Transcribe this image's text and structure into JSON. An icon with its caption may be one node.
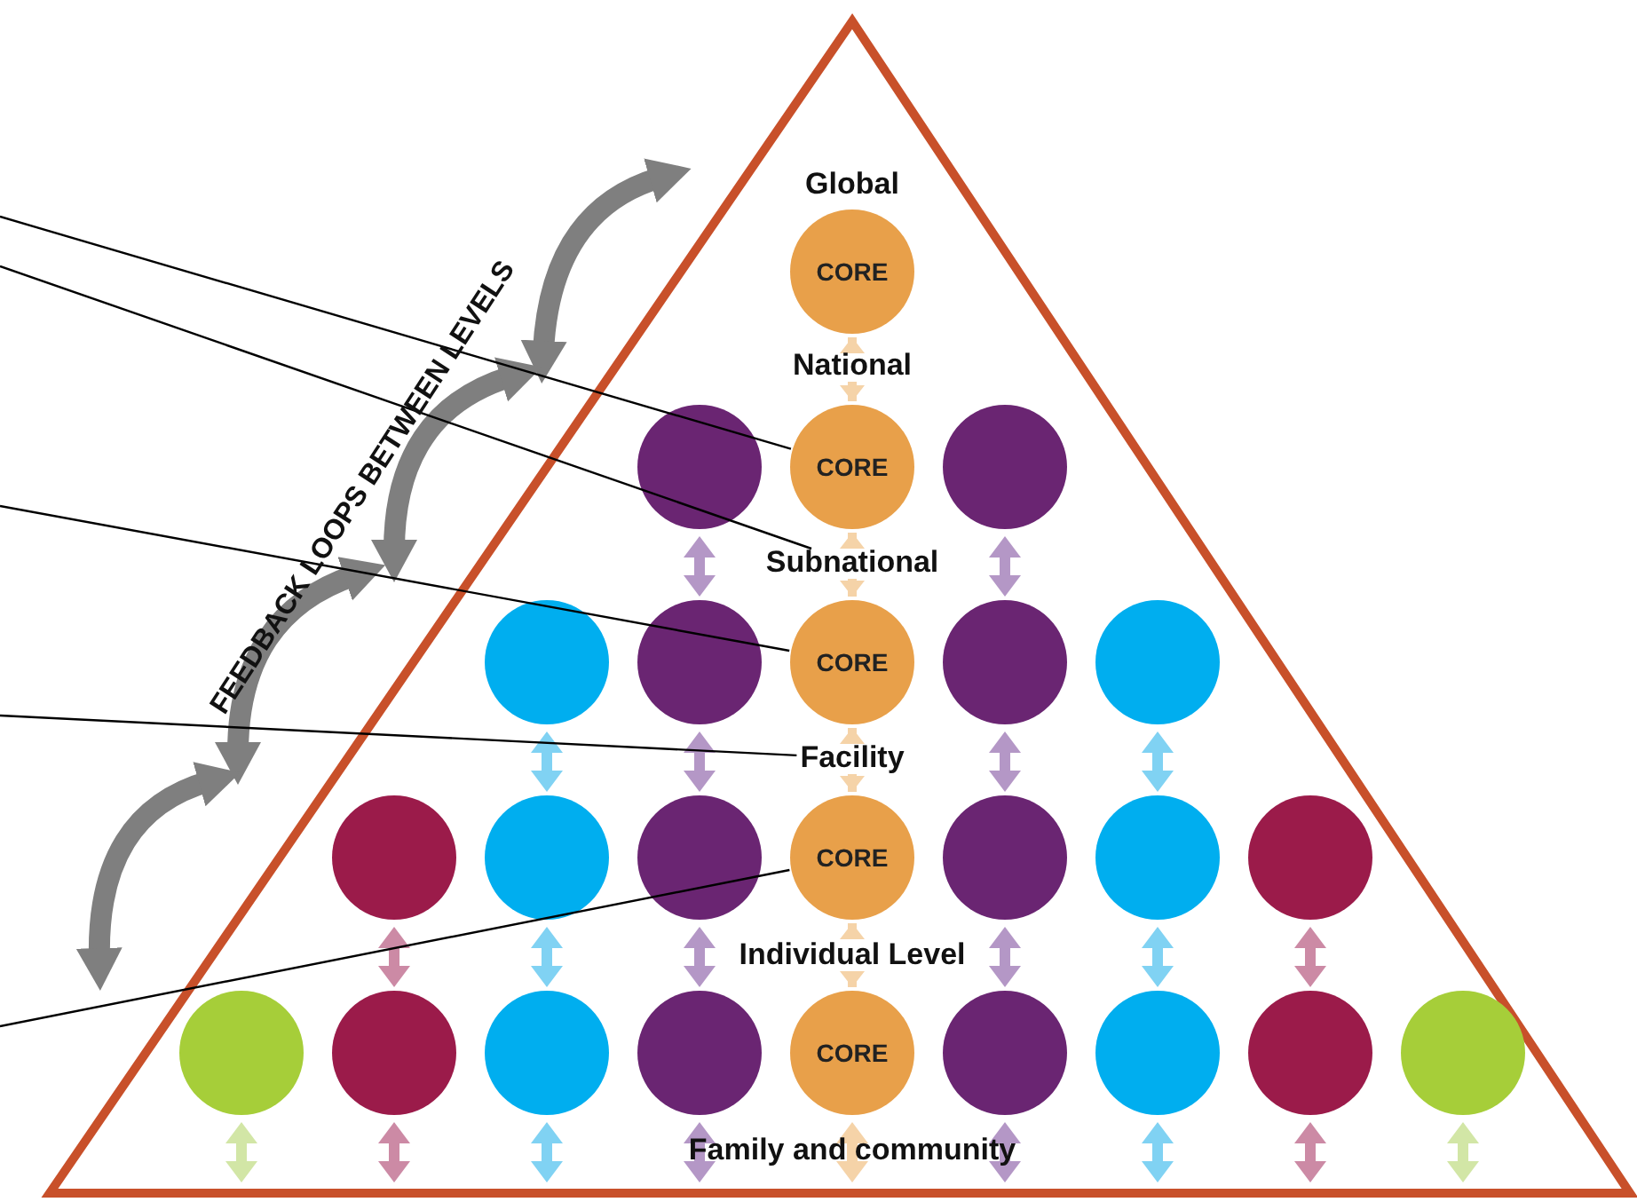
{
  "diagram": {
    "nodes": [
      {
        "text": [
          "Global"
        ]
      },
      {
        "text": [
          "CORE"
        ]
      },
      {
        "text": [
          "National"
        ]
      },
      {
        "text": [],
        "shape": "circle"
      },
      {
        "text": [
          "CORE"
        ]
      },
      {
        "text": [],
        "shape": "circle"
      },
      {
        "text": [
          "Subnational"
        ]
      },
      {
        "text": [],
        "shape": "circle"
      },
      {
        "text": [],
        "shape": "circle"
      },
      {
        "text": [
          "CORE"
        ]
      },
      {
        "text": [],
        "shape": "circle"
      },
      {
        "text": [],
        "shape": "circle"
      },
      {
        "text": [
          "Facility"
        ]
      },
      {
        "text": [],
        "shape": "circle"
      },
      {
        "text": [],
        "shape": "circle"
      },
      {
        "text": [],
        "shape": "circle"
      },
      {
        "text": [
          "CORE"
        ]
      },
      {
        "text": [],
        "shape": "circle"
      },
      {
        "text": [],
        "shape": "circle"
      },
      {
        "text": [],
        "shape": "circle"
      },
      {
        "text": [
          "Individual Level"
        ]
      },
      {
        "text": [],
        "shape": "circle"
      },
      {
        "text": [],
        "shape": "circle"
      },
      {
        "text": [],
        "shape": "circle"
      },
      {
        "text": [],
        "shape": "circle"
      },
      {
        "text": [
          "CORE"
        ]
      },
      {
        "text": [],
        "shape": "circle"
      },
      {
        "text": [],
        "shape": "circle"
      },
      {
        "text": [],
        "shape": "circle"
      },
      {
        "text": [],
        "shape": "circle"
      },
      {
        "text": [
          "Family and community"
        ]
      }
    ],
    "edges": [
      {
        "from": 2,
        "to": 1,
        "arrow": "to",
        "color": "#f5d3a8"
      },
      {
        "from": 2,
        "to": 4,
        "arrow": "to",
        "color": "#f5d3a8"
      },
      {
        "from": 3,
        "to": 8,
        "arrow": "both",
        "color": "#b497c6"
      },
      {
        "from": 6,
        "to": 4,
        "arrow": "to",
        "color": "#f5d3a8"
      },
      {
        "from": 6,
        "to": 9,
        "arrow": "to",
        "color": "#f5d3a8"
      },
      {
        "from": 5,
        "to": 10,
        "arrow": "both",
        "color": "#b497c6"
      },
      {
        "from": 7,
        "to": 14,
        "arrow": "both",
        "color": "#80d2f3"
      },
      {
        "from": 8,
        "to": 15,
        "arrow": "both",
        "color": "#b497c6"
      },
      {
        "from": 12,
        "to": 9,
        "arrow": "to",
        "color": "#f5d3a8"
      },
      {
        "from": 12,
        "to": 16,
        "arrow": "to",
        "color": "#f5d3a8"
      },
      {
        "from": 10,
        "to": 17,
        "arrow": "both",
        "color": "#b497c6"
      },
      {
        "from": 11,
        "to": 18,
        "arrow": "both",
        "color": "#80d2f3"
      },
      {
        "from": 13,
        "to": 22,
        "arrow": "both",
        "color": "#cc8aa5"
      },
      {
        "from": 14,
        "to": 23,
        "arrow": "both",
        "color": "#80d2f3"
      },
      {
        "from": 15,
        "to": 24,
        "arrow": "both",
        "color": "#b497c6"
      },
      {
        "from": 20,
        "to": 16,
        "arrow": "to",
        "color": "#f5d3a8"
      },
      {
        "from": 20,
        "to": 25,
        "arrow": "to",
        "color": "#f5d3a8"
      },
      {
        "from": 17,
        "to": 26,
        "arrow": "both",
        "color": "#b497c6"
      },
      {
        "from": 18,
        "to": 27,
        "arrow": "both",
        "color": "#80d2f3"
      },
      {
        "from": 19,
        "to": 28,
        "arrow": "both",
        "color": "#cc8aa5"
      },
      {
        "from": 21,
        "to": null,
        "arrow": "both",
        "color": "#d2e6a6"
      },
      {
        "from": 22,
        "to": null,
        "arrow": "both",
        "color": "#cc8aa5"
      },
      {
        "from": 23,
        "to": null,
        "arrow": "both",
        "color": "#80d2f3"
      },
      {
        "from": 24,
        "to": 30,
        "arrow": "both",
        "color": "#b497c6"
      },
      {
        "from": 25,
        "to": 30,
        "arrow": "both",
        "color": "#f5d3a8"
      },
      {
        "from": 26,
        "to": 30,
        "arrow": "both",
        "color": "#b497c6"
      },
      {
        "from": 27,
        "to": null,
        "arrow": "both",
        "color": "#80d2f3"
      },
      {
        "from": 28,
        "to": null,
        "arrow": "both",
        "color": "#cc8aa5"
      },
      {
        "from": 29,
        "to": null,
        "arrow": "both",
        "color": "#d2e6a6"
      },
      {
        "from": null,
        "to": 4,
        "arrow": "none",
        "color": "#000000"
      },
      {
        "from": null,
        "to": 6,
        "arrow": "none",
        "color": "#000000"
      },
      {
        "from": null,
        "to": 9,
        "arrow": "none",
        "color": "#000000"
      },
      {
        "from": null,
        "to": 12,
        "arrow": "none",
        "color": "#000000"
      },
      {
        "from": null,
        "to": 16,
        "arrow": "none",
        "color": "#000000"
      }
    ],
    "labels": [
      "FEEDBACK LOOPS BETWEEN LEVELS"
    ]
  }
}
